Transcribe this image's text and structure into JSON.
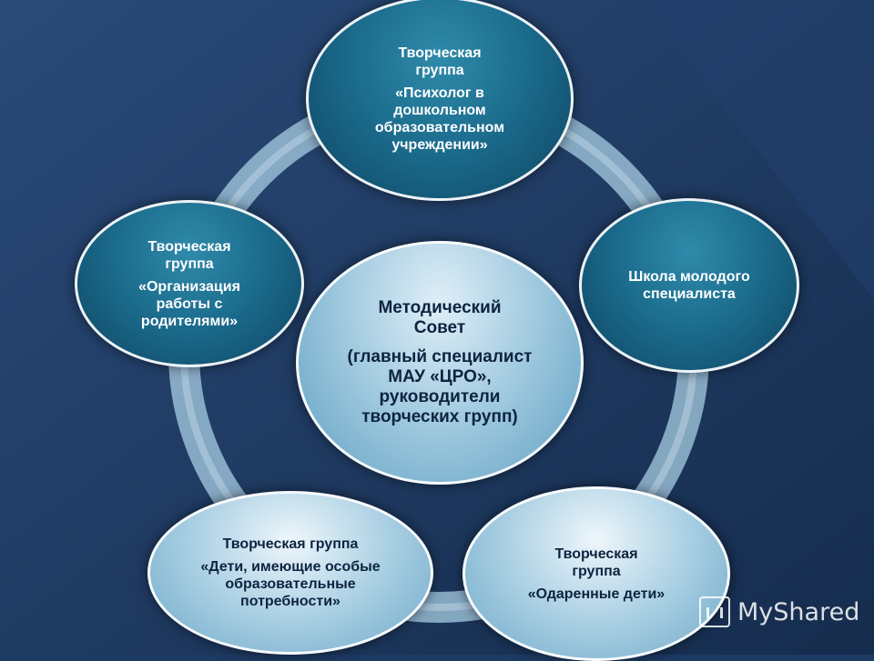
{
  "center": {
    "title": "Методический Совет",
    "desc": "(главный специалист МАУ «ЦРО», руководители творческих групп)"
  },
  "nodes": [
    {
      "title": "Творческая группа",
      "desc": "«Психолог в дошкольном образовательном учреждении»"
    },
    {
      "title": "Школа молодого специалиста",
      "desc": ""
    },
    {
      "title": "Творческая группа",
      "desc": "«Одаренные дети»"
    },
    {
      "title": "Творческая группа",
      "desc": "«Дети, имеющие особые образовательные потребности»"
    },
    {
      "title": "Творческая группа",
      "desc": "«Организация работы с родителями»"
    }
  ],
  "watermark": "MyShared",
  "colors": {
    "background": "#1d3a63",
    "ring": "#9fc4dd",
    "dark_node": "#1c6d8e",
    "light_node": "#a9cfe3"
  }
}
